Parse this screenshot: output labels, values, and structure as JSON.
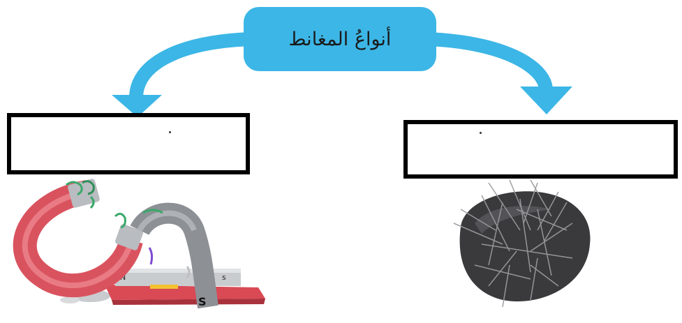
{
  "title": "أنواعُ المغانط",
  "colors": {
    "accent": "#3cb6e6",
    "box_border": "#000000",
    "magnet_red": "#d9535f",
    "magnet_grey": "#8d9196",
    "rock": "#3a3a3c"
  },
  "left_box": {
    "answer": ""
  },
  "right_box": {
    "answer": ""
  },
  "left_image": {
    "pole_s": "S",
    "pole_s_small": "s",
    "pole_n": "N"
  },
  "icons": {
    "left_arrow": "curved-arrow-down-left",
    "right_arrow": "curved-arrow-down-right",
    "left_picture": "horseshoe-magnets-with-paperclips",
    "right_picture": "lodestone-with-iron-filings"
  }
}
